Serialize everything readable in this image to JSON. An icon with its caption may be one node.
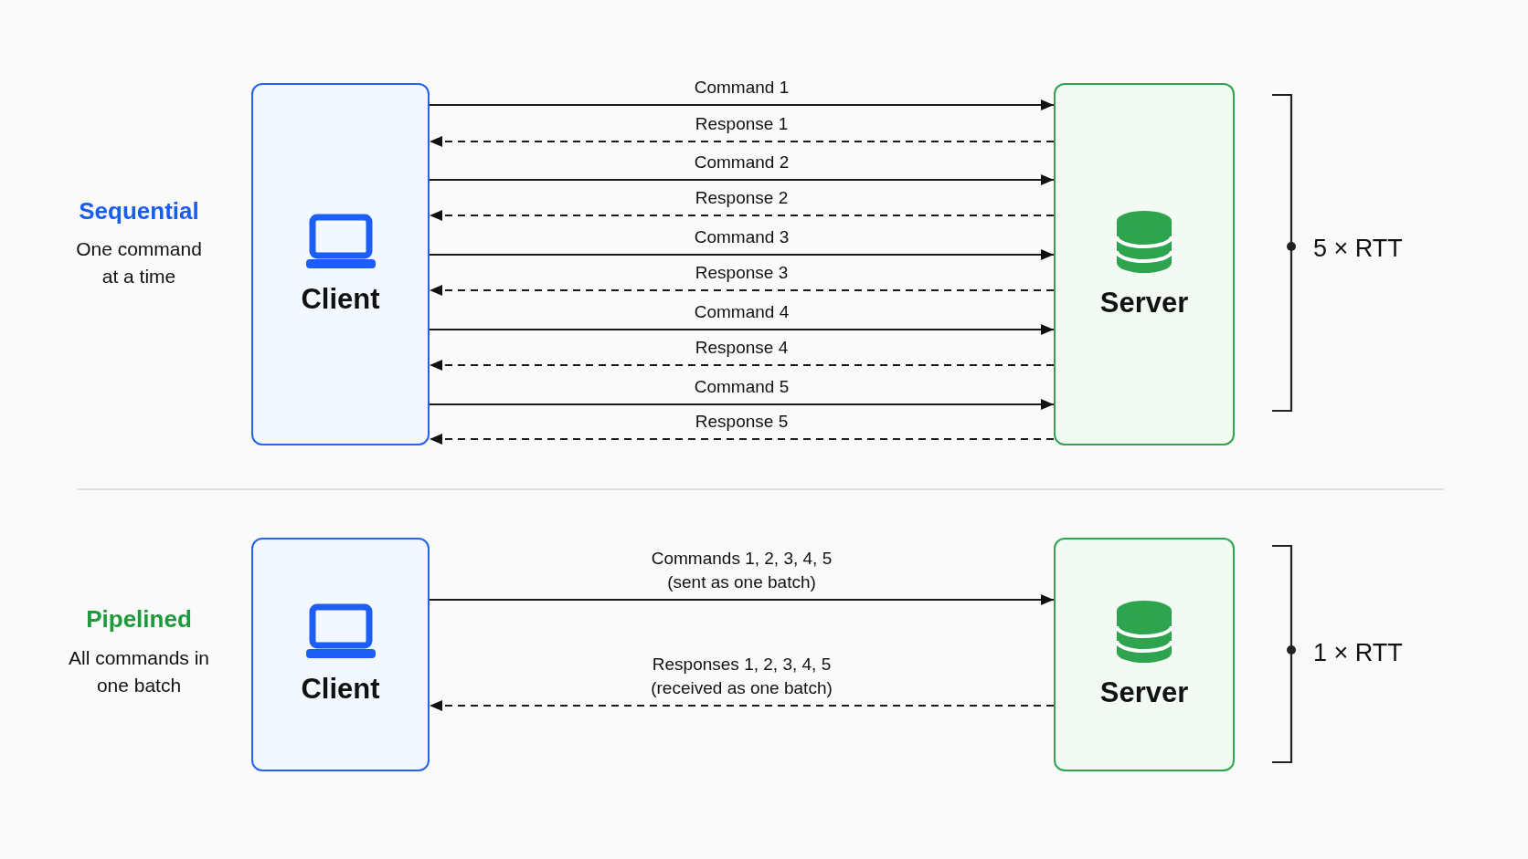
{
  "diagram": {
    "nodes": [
      {
        "text": [
          "Client"
        ]
      },
      {
        "text": [
          "Server"
        ]
      },
      {
        "text": [
          "Client"
        ]
      },
      {
        "text": [
          "Server"
        ]
      }
    ],
    "edges": [
      {
        "from": 0,
        "to": 1,
        "arrow": "to",
        "label": "Command 1"
      },
      {
        "from": 1,
        "to": 0,
        "arrow": "to",
        "label": "Response 1",
        "style": "dashed"
      },
      {
        "from": 0,
        "to": 1,
        "arrow": "to",
        "label": "Command 2"
      },
      {
        "from": 1,
        "to": 0,
        "arrow": "to",
        "label": "Response 2",
        "style": "dashed"
      },
      {
        "from": 0,
        "to": 1,
        "arrow": "to",
        "label": "Command 3"
      },
      {
        "from": 1,
        "to": 0,
        "arrow": "to",
        "label": "Response 3",
        "style": "dashed"
      },
      {
        "from": 0,
        "to": 1,
        "arrow": "to",
        "label": "Command 4"
      },
      {
        "from": 1,
        "to": 0,
        "arrow": "to",
        "label": "Response 4",
        "style": "dashed"
      },
      {
        "from": 0,
        "to": 1,
        "arrow": "to",
        "label": "Command 5"
      },
      {
        "from": 1,
        "to": 0,
        "arrow": "to",
        "label": "Response 5",
        "style": "dashed"
      },
      {
        "from": 2,
        "to": 3,
        "arrow": "to",
        "label": "Commands 1, 2, 3, 4, 5 (sent as one batch)"
      },
      {
        "from": 3,
        "to": 2,
        "arrow": "to",
        "label": "Responses 1, 2, 3, 4, 5 (received as one batch)",
        "style": "dashed"
      }
    ],
    "labels": [
      "Sequential",
      "One command at a time",
      "5 × RTT",
      "Pipelined",
      "All commands in one batch",
      "1 × RTT"
    ]
  }
}
